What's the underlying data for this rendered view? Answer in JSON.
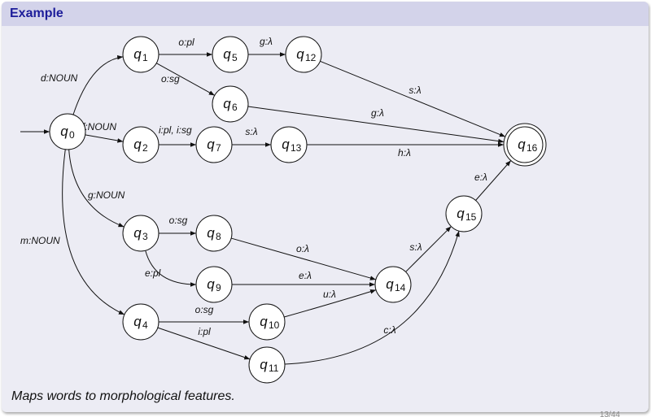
{
  "block_title": "Example",
  "caption": "Maps words to morphological features.",
  "page_number": "13/44",
  "colors": {
    "title_text": "#1d1d9a",
    "title_bar": "#d3d3ea",
    "block_bg": "#ececf4",
    "stroke": "#111111"
  },
  "diagram": {
    "start_state": "q0",
    "final_states": [
      "q16"
    ],
    "states": [
      {
        "id": "q0",
        "base": "q",
        "sub": "0"
      },
      {
        "id": "q1",
        "base": "q",
        "sub": "1"
      },
      {
        "id": "q2",
        "base": "q",
        "sub": "2"
      },
      {
        "id": "q3",
        "base": "q",
        "sub": "3"
      },
      {
        "id": "q4",
        "base": "q",
        "sub": "4"
      },
      {
        "id": "q5",
        "base": "q",
        "sub": "5"
      },
      {
        "id": "q6",
        "base": "q",
        "sub": "6"
      },
      {
        "id": "q7",
        "base": "q",
        "sub": "7"
      },
      {
        "id": "q8",
        "base": "q",
        "sub": "8"
      },
      {
        "id": "q9",
        "base": "q",
        "sub": "9"
      },
      {
        "id": "q10",
        "base": "q",
        "sub": "10"
      },
      {
        "id": "q11",
        "base": "q",
        "sub": "11"
      },
      {
        "id": "q12",
        "base": "q",
        "sub": "12"
      },
      {
        "id": "q13",
        "base": "q",
        "sub": "13"
      },
      {
        "id": "q14",
        "base": "q",
        "sub": "14"
      },
      {
        "id": "q15",
        "base": "q",
        "sub": "15"
      },
      {
        "id": "q16",
        "base": "q",
        "sub": "16"
      }
    ],
    "transitions": [
      {
        "from": "q0",
        "to": "q1",
        "label": "d:NOUN"
      },
      {
        "from": "q0",
        "to": "q2",
        "label": "f:NOUN"
      },
      {
        "from": "q0",
        "to": "q3",
        "label": "g:NOUN"
      },
      {
        "from": "q0",
        "to": "q4",
        "label": "m:NOUN"
      },
      {
        "from": "q1",
        "to": "q5",
        "label": "o:pl"
      },
      {
        "from": "q1",
        "to": "q6",
        "label": "o:sg"
      },
      {
        "from": "q5",
        "to": "q12",
        "label": "g:λ"
      },
      {
        "from": "q12",
        "to": "q16",
        "label": "s:λ"
      },
      {
        "from": "q6",
        "to": "q16",
        "label": "g:λ"
      },
      {
        "from": "q2",
        "to": "q7",
        "label": "i:pl, i:sg"
      },
      {
        "from": "q7",
        "to": "q13",
        "label": "s:λ"
      },
      {
        "from": "q13",
        "to": "q16",
        "label": "h:λ"
      },
      {
        "from": "q3",
        "to": "q8",
        "label": "o:sg"
      },
      {
        "from": "q3",
        "to": "q9",
        "label": "e:pl"
      },
      {
        "from": "q8",
        "to": "q14",
        "label": "o:λ"
      },
      {
        "from": "q9",
        "to": "q14",
        "label": "e:λ"
      },
      {
        "from": "q4",
        "to": "q10",
        "label": "o:sg"
      },
      {
        "from": "q4",
        "to": "q11",
        "label": "i:pl"
      },
      {
        "from": "q10",
        "to": "q14",
        "label": "u:λ"
      },
      {
        "from": "q11",
        "to": "q15",
        "label": "c:λ"
      },
      {
        "from": "q14",
        "to": "q15",
        "label": "s:λ"
      },
      {
        "from": "q15",
        "to": "q16",
        "label": "e:λ"
      }
    ]
  }
}
